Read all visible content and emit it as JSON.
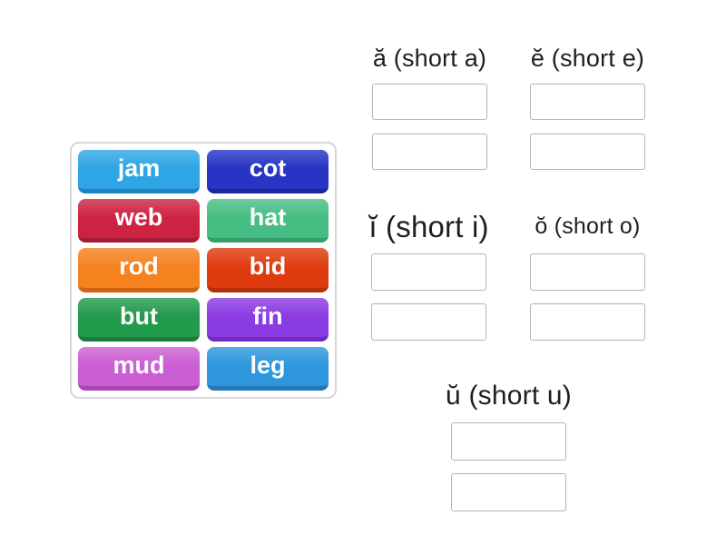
{
  "page": {
    "background_color": "#ffffff",
    "text_color": "#1f1f1f",
    "activity_type": "group-sort"
  },
  "word_bank": {
    "tiles": [
      {
        "label": "jam",
        "color": "#2FA5E6",
        "edge": "#1F82C2"
      },
      {
        "label": "cot",
        "color": "#2734C4",
        "edge": "#1B259C"
      },
      {
        "label": "web",
        "color": "#CD2343",
        "edge": "#A61A35"
      },
      {
        "label": "hat",
        "color": "#46BE83",
        "edge": "#359E6A"
      },
      {
        "label": "rod",
        "color": "#F5821F",
        "edge": "#D06414"
      },
      {
        "label": "bid",
        "color": "#DE3C0E",
        "edge": "#B52F0A"
      },
      {
        "label": "but",
        "color": "#219A4B",
        "edge": "#187C3A"
      },
      {
        "label": "fin",
        "color": "#8A3BE2",
        "edge": "#7029C4"
      },
      {
        "label": "mud",
        "color": "#CC5ED3",
        "edge": "#AD45B4"
      },
      {
        "label": "leg",
        "color": "#2E96DC",
        "edge": "#2478B8"
      }
    ]
  },
  "groups": [
    {
      "label": "ă (short a)",
      "slot_count": 2
    },
    {
      "label": "ĕ (short e)",
      "slot_count": 2
    },
    {
      "label": "ĭ (short i)",
      "slot_count": 2
    },
    {
      "label": "ŏ (short o)",
      "slot_count": 2
    },
    {
      "label": "ŭ (short u)",
      "slot_count": 2
    }
  ]
}
